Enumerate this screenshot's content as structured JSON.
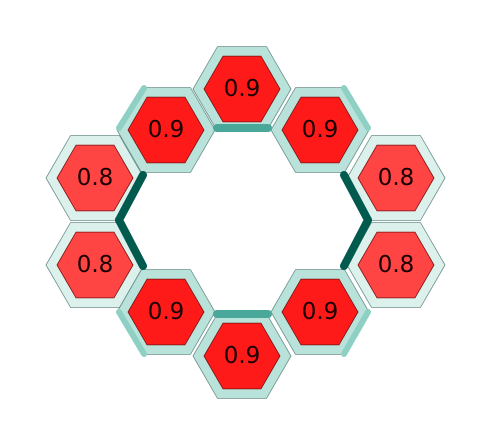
{
  "cells": [
    {
      "label": "0.9",
      "value": 0.9,
      "fill": "#ff1a1a",
      "rim": "#b8e2da"
    },
    {
      "label": "0.9",
      "value": 0.9,
      "fill": "#ff1a1a",
      "rim": "#b8e2da"
    },
    {
      "label": "0.8",
      "value": 0.8,
      "fill": "#ff4444",
      "rim": "#dcf0ec"
    },
    {
      "label": "0.8",
      "value": 0.8,
      "fill": "#ff4444",
      "rim": "#dcf0ec"
    },
    {
      "label": "0.9",
      "value": 0.9,
      "fill": "#ff1a1a",
      "rim": "#b8e2da"
    },
    {
      "label": "0.9",
      "value": 0.9,
      "fill": "#ff1a1a",
      "rim": "#b8e2da"
    },
    {
      "label": "0.9",
      "value": 0.9,
      "fill": "#ff1a1a",
      "rim": "#b8e2da"
    },
    {
      "label": "0.8",
      "value": 0.8,
      "fill": "#ff4444",
      "rim": "#dcf0ec"
    },
    {
      "label": "0.8",
      "value": 0.8,
      "fill": "#ff4444",
      "rim": "#dcf0ec"
    },
    {
      "label": "0.9",
      "value": 0.9,
      "fill": "#ff1a1a",
      "rim": "#b8e2da"
    }
  ],
  "colors": {
    "bond_strong": "#005a4e",
    "bond_medium": "#4aa89a",
    "rim_highlight": "#8fd0c4"
  }
}
